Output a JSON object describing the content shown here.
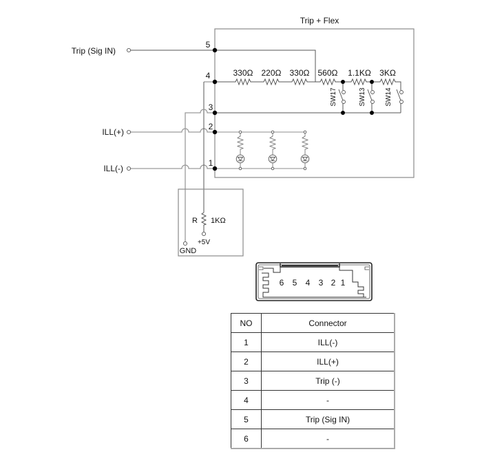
{
  "diagram": {
    "title": "Trip + Flex",
    "inputs": {
      "trip_sig_in": "Trip (Sig IN)",
      "ill_plus": "ILL(+)",
      "ill_minus": "ILL(-)"
    },
    "pin_labels": {
      "p1": "1",
      "p2": "2",
      "p3": "3",
      "p4": "4",
      "p5": "5"
    },
    "resistors": [
      "330Ω",
      "220Ω",
      "330Ω",
      "560Ω",
      "1.1KΩ",
      "3KΩ"
    ],
    "switches": [
      "SW17",
      "SW13",
      "SW14"
    ],
    "pullup": {
      "label": "R",
      "value": "1KΩ",
      "supply": "+5V",
      "ground": "GND"
    }
  },
  "connector": {
    "pins": [
      "6",
      "5",
      "4",
      "3",
      "2",
      "1"
    ]
  },
  "table": {
    "headers": [
      "NO",
      "Connector"
    ],
    "rows": [
      {
        "no": "1",
        "name": "ILL(-)"
      },
      {
        "no": "2",
        "name": "ILL(+)"
      },
      {
        "no": "3",
        "name": "Trip (-)"
      },
      {
        "no": "4",
        "name": "-"
      },
      {
        "no": "5",
        "name": "Trip (Sig IN)"
      },
      {
        "no": "6",
        "name": "-"
      }
    ]
  }
}
